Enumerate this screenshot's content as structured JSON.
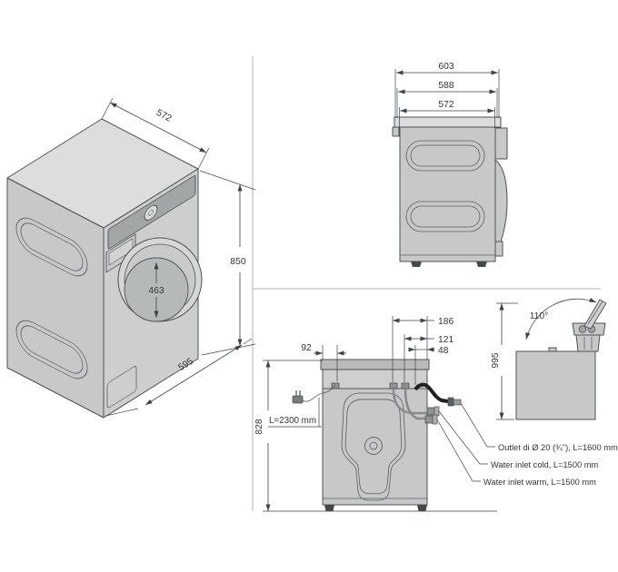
{
  "drawing": {
    "iso": {
      "width": "572",
      "height": "850",
      "drum_diameter": "463",
      "depth": "595"
    },
    "side": {
      "depth_total": "603",
      "depth_mid": "588",
      "depth_body": "572"
    },
    "rear": {
      "cord_offset": "92",
      "offset_a": "186",
      "offset_b": "121",
      "offset_c": "48",
      "height": "828",
      "cord_length": "L=2300 mm"
    },
    "lid": {
      "angle": "110°",
      "open_height": "995"
    },
    "callouts": {
      "outlet": "Outlet di Ø 20 (¾\"), L=1600 mm",
      "inlet_cold": "Water inlet cold, L=1500 mm",
      "inlet_warm": "Water inlet warm, L=1500 mm"
    }
  },
  "colors": {
    "background": "#ffffff",
    "machine_body": "#c7c9c9",
    "machine_top": "#dcdedd",
    "machine_dark": "#b9bbbb",
    "outline": "#4e5254",
    "dimension_line": "#3e4345",
    "text": "#333538",
    "drain_hose": "#1e2022"
  }
}
